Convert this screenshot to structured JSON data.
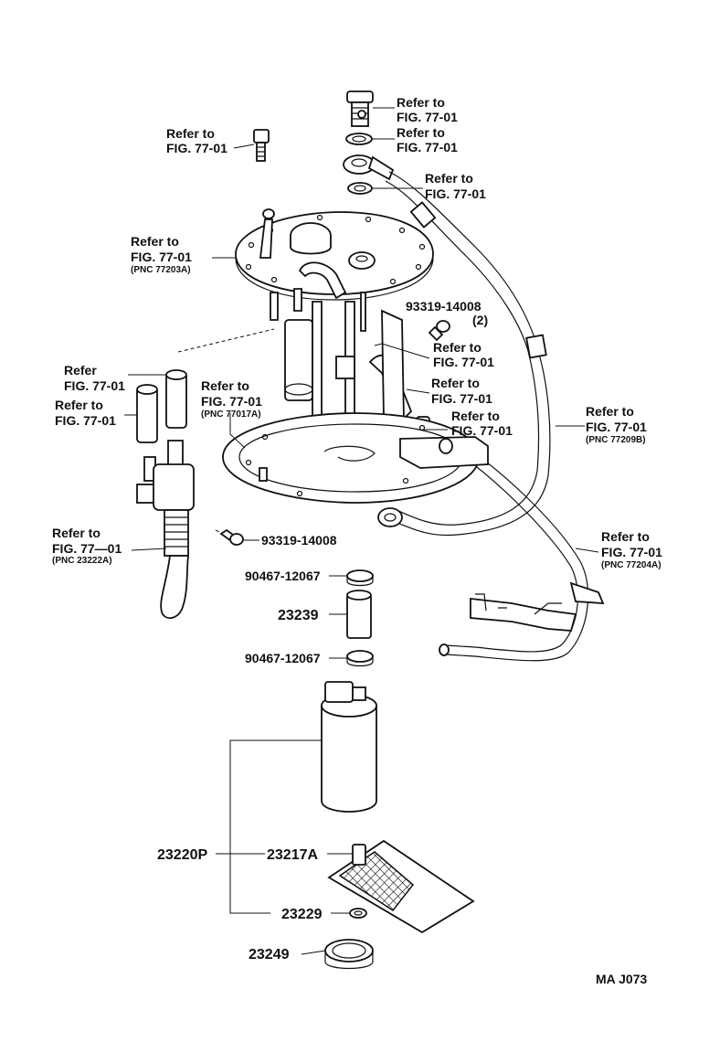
{
  "labels": {
    "ref_banjo_bolt_1": "Refer to",
    "ref_banjo_bolt_2": "FIG. 77-01",
    "ref_gasket_top_1": "Refer to",
    "ref_gasket_top_2": "FIG. 77-01",
    "ref_gasket_low_1": "Refer  to",
    "ref_gasket_low_2": "FIG. 77-01",
    "ref_bolt_1": "Refer to",
    "ref_bolt_2": "FIG. 77-01",
    "ref_bracket_1": "Refer to",
    "ref_bracket_2": "FIG. 77-01",
    "ref_bracket_3": "(PNC  77203A)",
    "bolt_933_top": "93319-14008",
    "bolt_933_top_qty": "(2)",
    "ref_gauge_1": "Refer  to",
    "ref_gauge_2": "FIG. 77-01",
    "ref_hose_1": "Refer  to",
    "ref_hose_2": "FIG. 77-01",
    "ref_tube_a_1": "Refer",
    "ref_tube_a_2": "FIG. 77-01",
    "ref_tube_b_1": "Refer to",
    "ref_tube_b_2": "FIG. 77-01",
    "ref_plate_1": "Refer to",
    "ref_plate_2": "FIG. 77-01",
    "ref_plate_3": "(PNC  77017A)",
    "ref_clip_1": "Refer to",
    "ref_clip_2": "FIG. 77-01",
    "ref_pipe_1": "Refer to",
    "ref_pipe_2": "FIG. 77-01",
    "ref_pipe_3": "(PNC  77209B)",
    "ref_valve_1": "Refer to",
    "ref_valve_2": "FIG. 77—01",
    "ref_valve_3": "(PNC 23222A)",
    "bolt_933_mid": "93319-14008",
    "ref_tube_c_1": "Refer  to",
    "ref_tube_c_2": "FIG. 77-01",
    "ref_tube_c_3": "(PNC  77204A)",
    "clamp_upper": "90467-12067",
    "hose_23239": "23239",
    "clamp_lower": "90467-12067",
    "pump_23220P": "23220P",
    "filter_23217A": "23217A",
    "ring_23229": "23229",
    "retainer_23249": "23249",
    "drawing_id": "MA  J073"
  }
}
